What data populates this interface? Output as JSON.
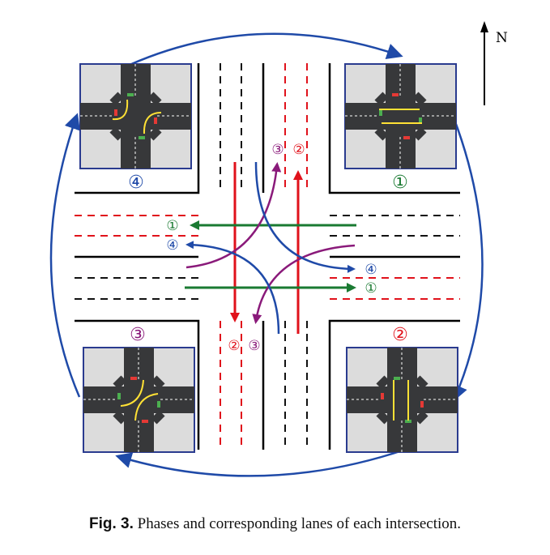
{
  "compass": {
    "label": "N"
  },
  "phase_markers": {
    "p1": "①",
    "p2": "②",
    "p3": "③",
    "p4": "④"
  },
  "colors": {
    "phase1": "#1a7a32",
    "phase2": "#e0121b",
    "phase3": "#8a1a7a",
    "phase4": "#1f4aa8",
    "cycle": "#1f4aa8",
    "road": "#37383a",
    "thumb_bg": "#dcdcdc"
  },
  "caption": {
    "prefix": "Fig. 3.",
    "text": "Phases and corresponding lanes of each intersection."
  }
}
